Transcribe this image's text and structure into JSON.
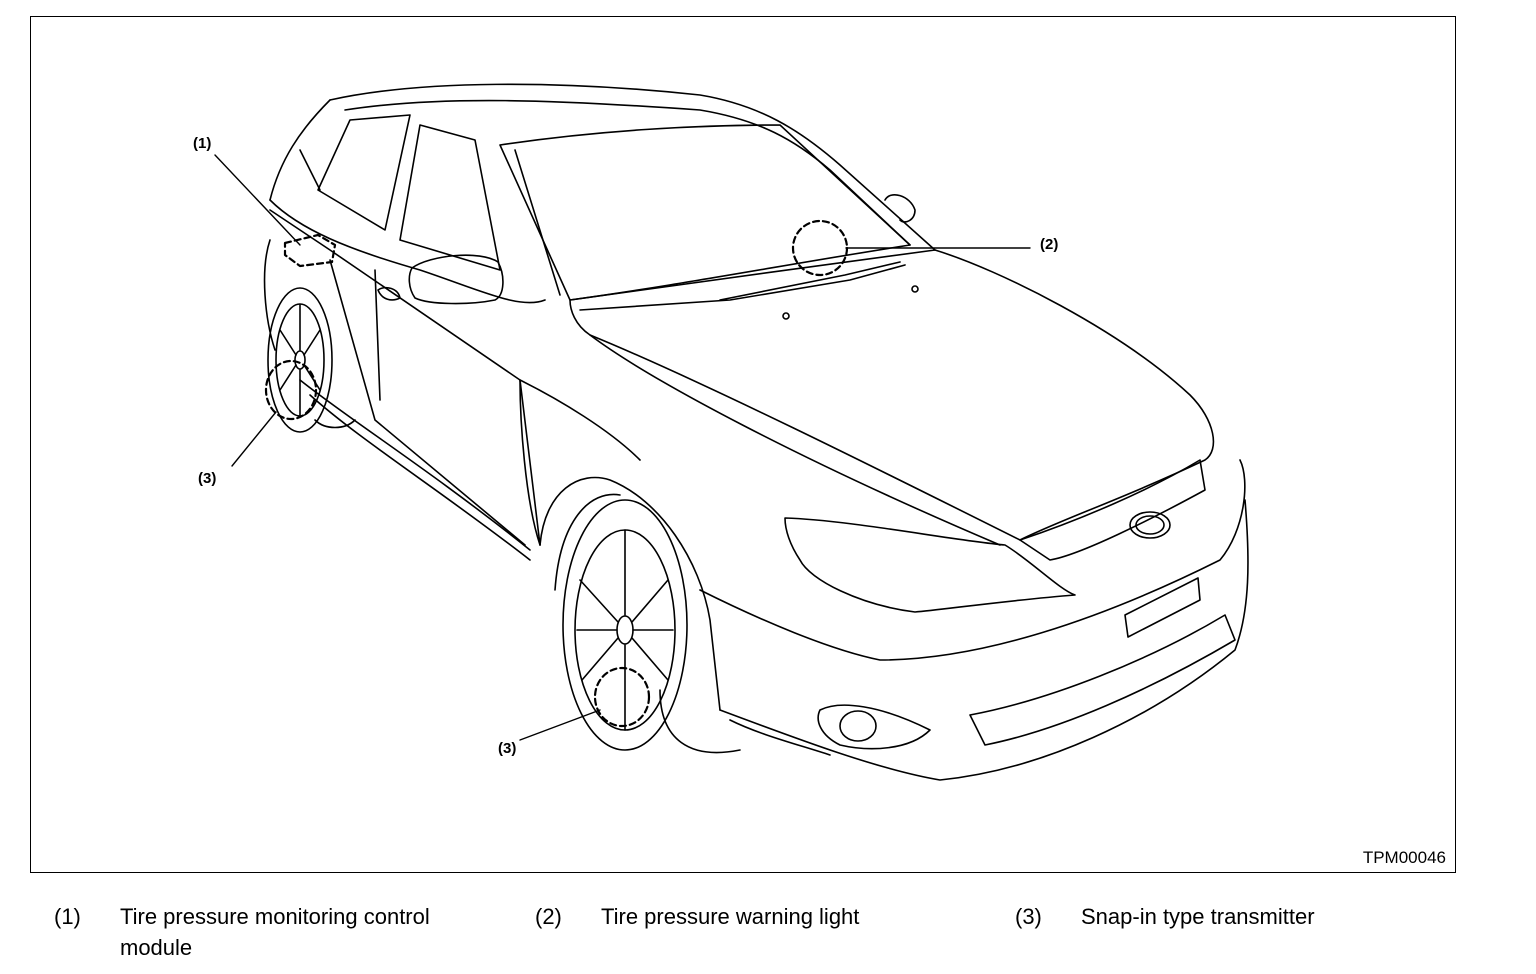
{
  "figure": {
    "id_label": "TPM00046",
    "callouts": [
      "(1)",
      "(2)",
      "(3)",
      "(3)"
    ]
  },
  "legend": [
    {
      "num": "(1)",
      "text_line1": "Tire pressure monitoring control",
      "text_line2": "module"
    },
    {
      "num": "(2)",
      "text_line1": "Tire pressure warning light"
    },
    {
      "num": "(3)",
      "text_line1": "Snap-in type transmitter"
    }
  ]
}
